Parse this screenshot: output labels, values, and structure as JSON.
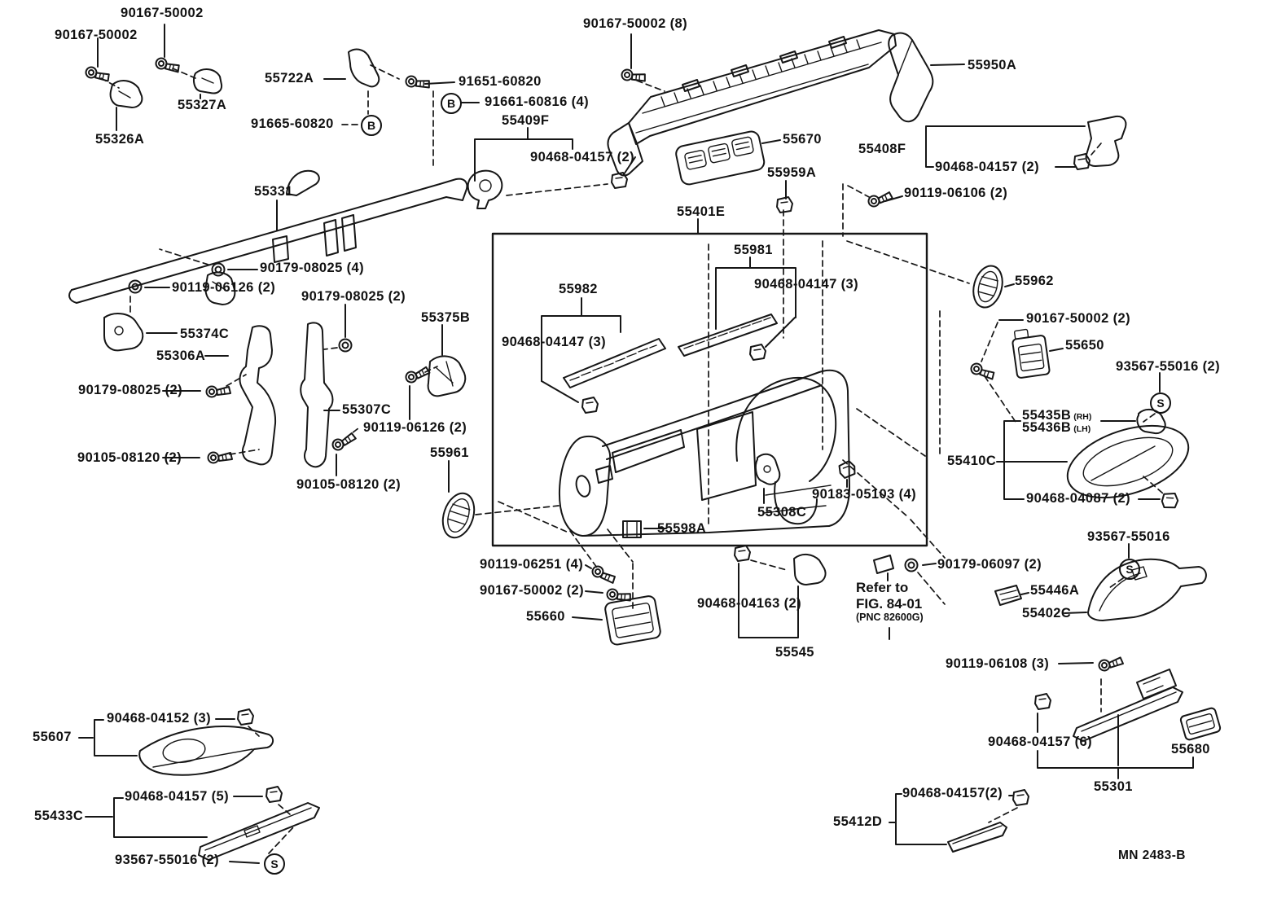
{
  "figure": {
    "drawing_number": "MN 2483-B",
    "note": {
      "line1": "Refer to",
      "line2": "FIG. 84-01",
      "line3": "(PNC 82600G)"
    },
    "marks": {
      "b1": "B",
      "b2": "B",
      "s1": "S",
      "s2": "S",
      "s3": "S"
    },
    "suffixes": {
      "rh": "(RH)",
      "lh": "(LH)"
    },
    "callouts": {
      "c01": "90167-50002",
      "c02": "90167-50002",
      "c03": "55722A",
      "c04": "55327A",
      "c05": "55326A",
      "c06": "91665-60820",
      "c07": "91651-60820",
      "c08": "91661-60816 (4)",
      "c09": "55409F",
      "c10": "90468-04157 (2)",
      "c11": "90167-50002 (8)",
      "c12": "55950A",
      "c13": "55670",
      "c14": "55408F",
      "c15": "55959A",
      "c16": "90468-04157 (2)",
      "c17": "90119-06106 (2)",
      "c18": "55331",
      "c19": "90179-08025 (4)",
      "c20": "90119-06126 (2)",
      "c21": "90179-08025 (2)",
      "c22": "55374C",
      "c23": "55306A",
      "c24": "90179-08025 (2)",
      "c25": "55375B",
      "c26": "55307C",
      "c27": "90119-06126 (2)",
      "c28": "90105-08120 (2)",
      "c29": "90105-08120 (2)",
      "c30": "55961",
      "c31": "55401E",
      "c32": "55981",
      "c33": "90468-04147 (3)",
      "c34": "55982",
      "c35": "90468-04147 (3)",
      "c36": "55598A",
      "c37": "55308C",
      "c38": "90183-05103 (4)",
      "c39": "55962",
      "c40": "90167-50002 (2)",
      "c41": "55650",
      "c42": "93567-55016 (2)",
      "c43": "55435B",
      "c44": "55436B",
      "c45": "55410C",
      "c46": "90468-04087 (2)",
      "c47": "90119-06251 (4)",
      "c48": "90167-50002 (2)",
      "c49": "55660",
      "c50": "90468-04163 (2)",
      "c51": "55545",
      "c52": "90179-06097 (2)",
      "c53": "93567-55016",
      "c54": "55446A",
      "c55": "55402C",
      "c56": "90119-06108 (3)",
      "c57": "90468-04157 (6)",
      "c58": "55680",
      "c59": "55301",
      "c60": "90468-04157(2)",
      "c61": "55412D",
      "c62": "90468-04152 (3)",
      "c63": "55607",
      "c64": "90468-04157 (5)",
      "c65": "55433C",
      "c66": "93567-55016 (2)"
    }
  }
}
